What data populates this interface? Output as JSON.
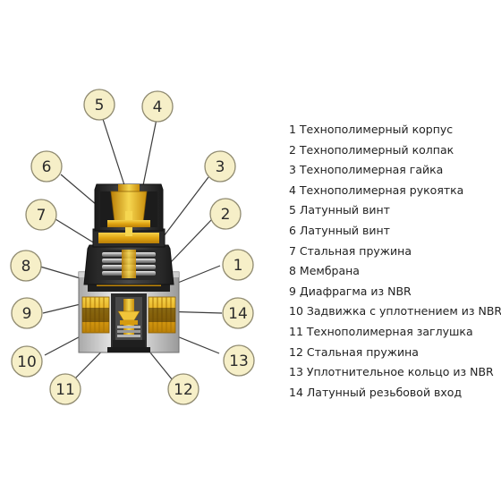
{
  "callout_colors": {
    "fill": "#f6efc8",
    "stroke": "#8f8a70",
    "leader": "#3c3c3c"
  },
  "part_colors": {
    "brass": "#e6b21c",
    "polymer": "#3a3a3a",
    "body": "#d4d4d4"
  },
  "callouts": [
    {
      "number": "5"
    },
    {
      "number": "4"
    },
    {
      "number": "6"
    },
    {
      "number": "3"
    },
    {
      "number": "7"
    },
    {
      "number": "2"
    },
    {
      "number": "8"
    },
    {
      "number": "1"
    },
    {
      "number": "9"
    },
    {
      "number": "14"
    },
    {
      "number": "10"
    },
    {
      "number": "13"
    },
    {
      "number": "11"
    },
    {
      "number": "12"
    }
  ],
  "legend": {
    "items": [
      "1 Технополимерный корпус",
      "2 Технополимерный колпак",
      "3 Технополимерная гайка",
      "4 Технополимерная рукоятка",
      "5 Латунный винт",
      "6 Латунный винт",
      "7 Стальная пружина",
      "8 Мембрана",
      "9 Диафрагма из NBR",
      "10 Задвижка с уплотнением из NBR",
      "11 Технополимерная заглушка",
      "12 Стальная пружина",
      "13 Уплотнительное кольцо из NBR",
      "14 Латунный резьбовой вход"
    ]
  }
}
